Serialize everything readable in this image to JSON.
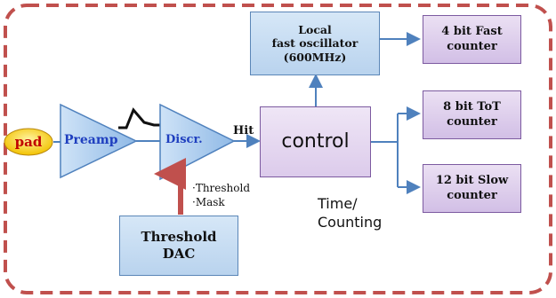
{
  "pad": "pad",
  "preamp": "Preamp",
  "discr": "Discr.",
  "hit": "Hit",
  "control": "control",
  "oscillator": "Local\nfast oscillator\n(600MHz)",
  "fast_counter": "4 bit Fast\ncounter",
  "tot_counter": "8 bit ToT\ncounter",
  "slow_counter": "12 bit Slow\ncounter",
  "threshold_dac": "Threshold\nDAC",
  "threshold_mask": "·Threshold\n·Mask",
  "time_counting": "Time/\nCounting",
  "colors": {
    "border": "#c0504d",
    "arrow_blue": "#4f81bd",
    "threshold_arrow": "#c0504d",
    "triangle_fill": "#9fc6ee",
    "pad_fill": "#f2c200",
    "text_blue": "#1f3fbf",
    "pad_text": "#c00000"
  }
}
